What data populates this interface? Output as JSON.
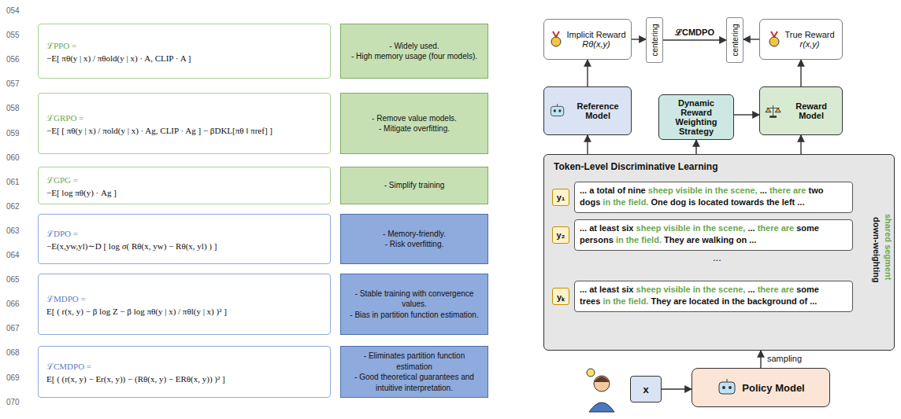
{
  "diagram": {
    "nodes": [
      {
        "text": [
          "ℒPPO =",
          "−E[ πθ(y | x) / πθold(y | x) · A, CLIP · A ]"
        ]
      },
      {
        "text": [
          "- Widely used.",
          "- High memory usage (four models)."
        ]
      },
      {
        "text": [
          "ℒGRPO =",
          "−E[ [ πθ(y | x) / πold(y | x) · Ag, CLIP · Ag ] − βDKL[πθ ‖ πref] ]"
        ]
      },
      {
        "text": [
          "- Remove value models.",
          "- Mitigate overfitting."
        ]
      },
      {
        "text": [
          "ℒGPG =",
          "−E[ log πθ(y) · Ag ]"
        ]
      },
      {
        "text": [
          "- Simplify training"
        ]
      },
      {
        "text": [
          "ℒDPO =",
          "−E(x,yw,yl)∼D [ log σ( Rθ(x, yw) − Rθ(x, yl) ) ]"
        ]
      },
      {
        "text": [
          "- Memory-friendly.",
          "- Risk overfitting."
        ]
      },
      {
        "text": [
          "ℒMDPO =",
          "E[ ( r(x, y) − β log Z − β log πθ(y | x) / πθl(y | x) )² ]"
        ]
      },
      {
        "text": [
          "- Stable training with convergence values.",
          "- Bias in partition function estimation."
        ]
      },
      {
        "text": [
          "ℒCMDPO =",
          "E[ ( (r(x, y) − Er(x, y)) − (Rθ(x, y) − ERθ(x, y)) )² ]"
        ]
      },
      {
        "text": [
          "- Eliminates partition function estimation",
          "- Good theoretical guarantees and intuitive interpretation."
        ]
      },
      {
        "text": [
          "Implicit Reward",
          "Rθ(x,y)"
        ]
      },
      {
        "text": [
          "centering"
        ]
      },
      {
        "text": [
          "centering"
        ]
      },
      {
        "text": [
          "True Reward",
          "r(x,y)"
        ]
      },
      {
        "text": [
          "Reference Model"
        ]
      },
      {
        "text": [
          "Dynamic Reward Weighting Strategy"
        ]
      },
      {
        "text": [
          "Reward Model"
        ]
      },
      {
        "text": [
          "Token-Level Discriminative Learning"
        ]
      },
      {
        "text": [
          "y₁"
        ],
        "in": 19
      },
      {
        "text": [
          "... a total of nine",
          "sheep visible in the scene,",
          "...",
          "there are",
          "two dogs",
          "in the field.",
          "One dog is located towards the left ..."
        ],
        "in": 19
      },
      {
        "text": [
          "y₂"
        ],
        "in": 19
      },
      {
        "text": [
          "... at least six",
          "sheep visible in the scene,",
          "...",
          "there are",
          "some persons",
          "in the field.",
          "They are walking on ..."
        ],
        "in": 19
      },
      {
        "text": [
          "yₖ"
        ],
        "in": 19
      },
      {
        "text": [
          "... at least six",
          "sheep visible in the scene,",
          "...",
          "there are",
          "some trees",
          "in the field.",
          "They are located in the background of ..."
        ],
        "in": 19
      },
      {
        "text": [
          "x"
        ]
      },
      {
        "text": [
          "Policy Model"
        ]
      }
    ],
    "edges": [
      {
        "from": 26,
        "to": 27,
        "arrow": "to"
      },
      {
        "from": 27,
        "to": 19,
        "arrow": "to",
        "label": "sampling"
      },
      {
        "from": 19,
        "to": 16,
        "arrow": "to"
      },
      {
        "from": 19,
        "to": 17,
        "arrow": "to"
      },
      {
        "from": 19,
        "to": 18,
        "arrow": "to"
      },
      {
        "from": 16,
        "to": 12,
        "arrow": "to"
      },
      {
        "from": 18,
        "to": 15,
        "arrow": "to"
      },
      {
        "from": 12,
        "to": 13,
        "arrow": "to"
      },
      {
        "from": 13,
        "to": 14,
        "arrow": "to",
        "label": "ℒCMDPO"
      },
      {
        "from": 15,
        "to": 14,
        "arrow": "to"
      },
      {
        "from": 17,
        "to": 18,
        "arrow": "to"
      }
    ],
    "labels": [
      "054",
      "055",
      "056",
      "057",
      "058",
      "059",
      "060",
      "061",
      "062",
      "063",
      "064",
      "065",
      "066",
      "067",
      "068",
      "069",
      "070",
      "...",
      "shared segment",
      "down-weighting"
    ]
  }
}
